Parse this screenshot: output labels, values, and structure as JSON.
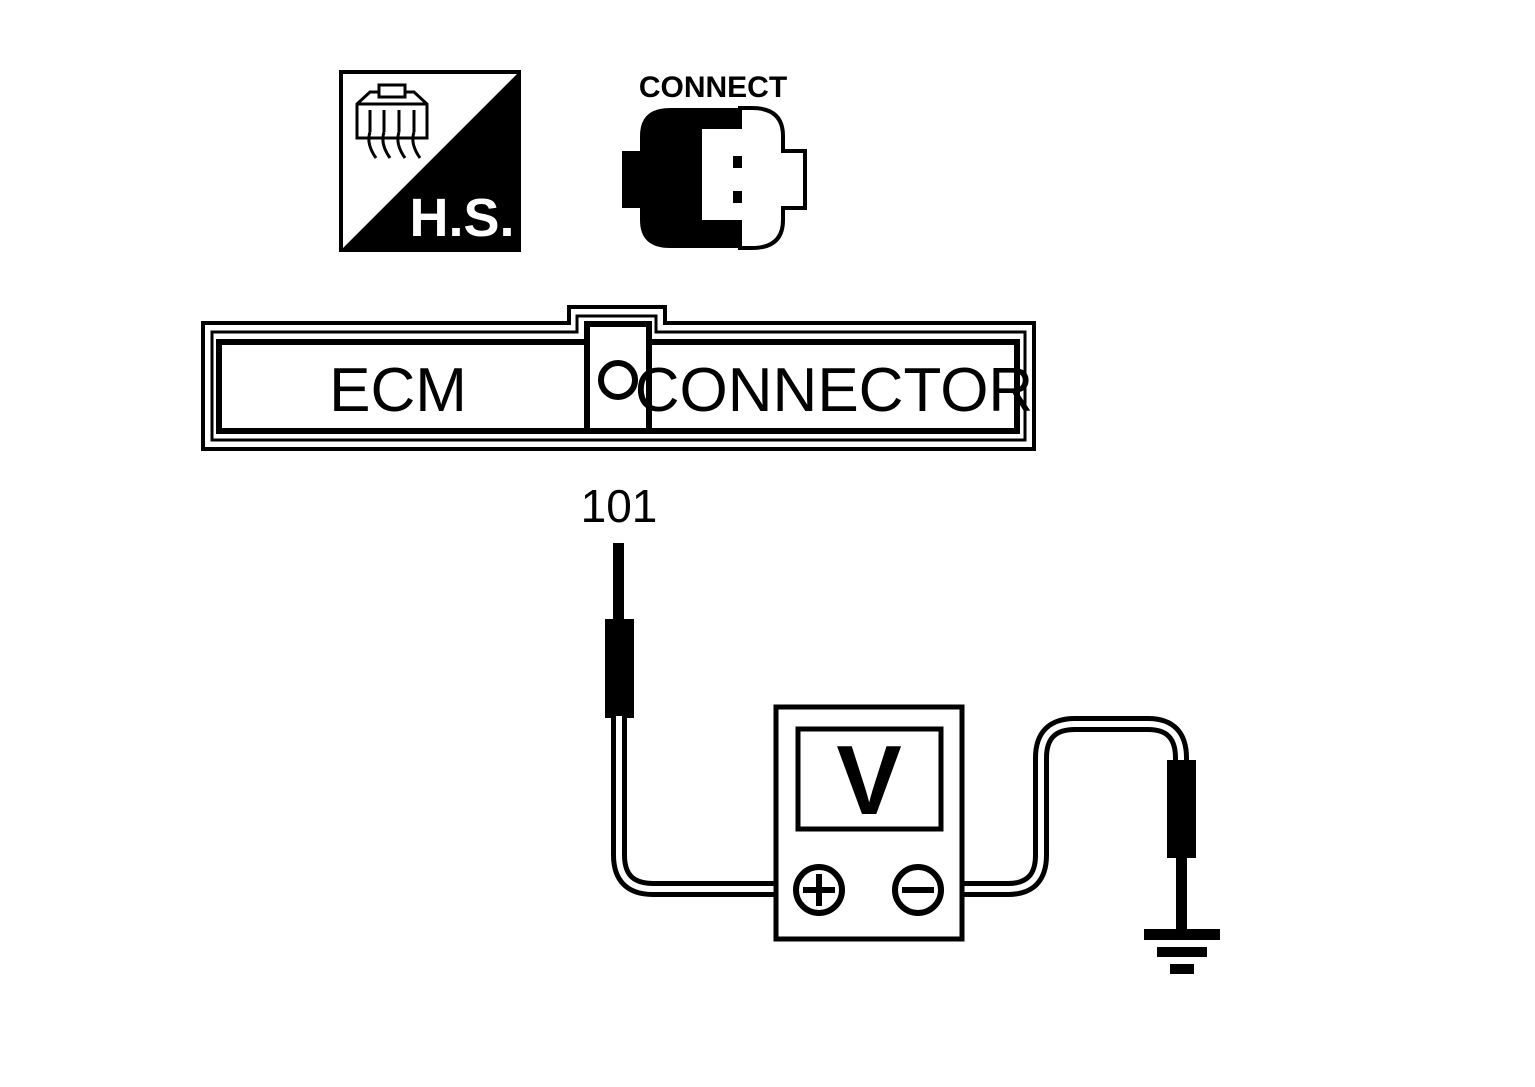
{
  "hs_icon": {
    "label": "H.S."
  },
  "connect_icon": {
    "label": "CONNECT"
  },
  "connector": {
    "left_label": "ECM",
    "right_label": "CONNECTOR"
  },
  "terminal": {
    "number": "101"
  },
  "meter": {
    "symbol": "V",
    "plus_symbol": "+",
    "minus_symbol": "−"
  },
  "colors": {
    "ink": "#000000",
    "paper": "#ffffff"
  }
}
